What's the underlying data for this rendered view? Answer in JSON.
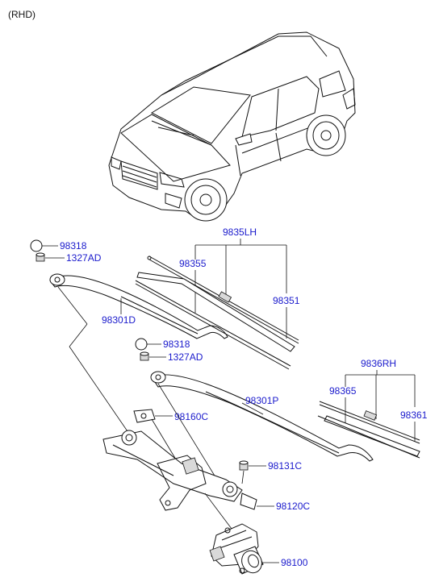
{
  "header": {
    "variant": "(RHD)"
  },
  "labels": {
    "cap1": "98318",
    "nut1": "1327AD",
    "arm1": "98301D",
    "cap2": "98318",
    "nut2": "1327AD",
    "arm2": "98301P",
    "lh_assy": "9835LH",
    "lh_refill": "98355",
    "lh_blade": "98351",
    "rh_assy": "9836RH",
    "rh_refill": "98365",
    "rh_blade": "98361",
    "link_bracket": "98160C",
    "bolt": "98131C",
    "linkage": "98120C",
    "motor": "98100"
  }
}
